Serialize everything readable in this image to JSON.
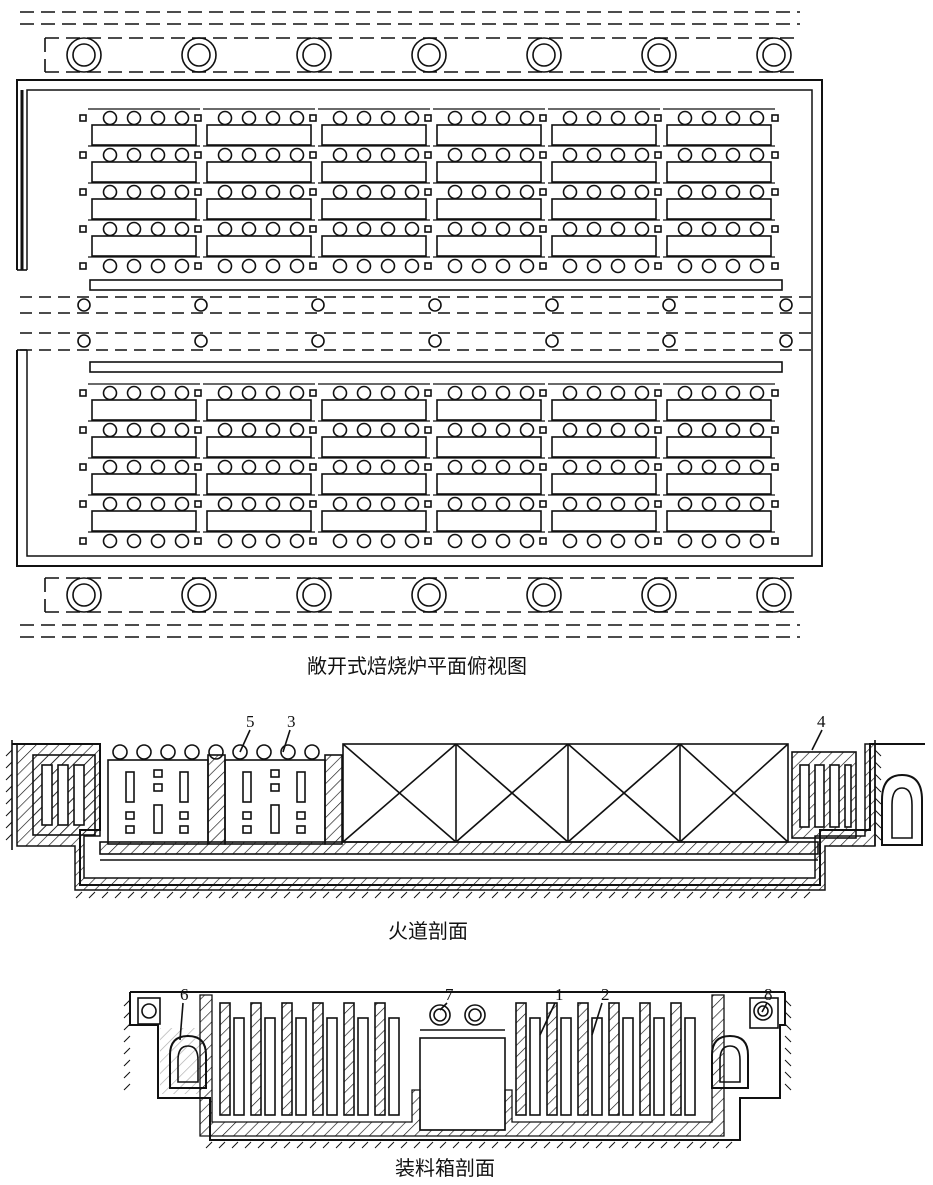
{
  "captions": {
    "plan_view": "敞开式焙烧炉平面俯视图",
    "flue_section": "火道剖面",
    "box_section": "装料箱剖面"
  },
  "callouts": {
    "n1": "1",
    "n2": "2",
    "n3": "3",
    "n4": "4",
    "n5": "5",
    "n6": "6",
    "n7": "7",
    "n8": "8"
  },
  "colors": {
    "ink": "#111111",
    "paper": "#ffffff"
  }
}
